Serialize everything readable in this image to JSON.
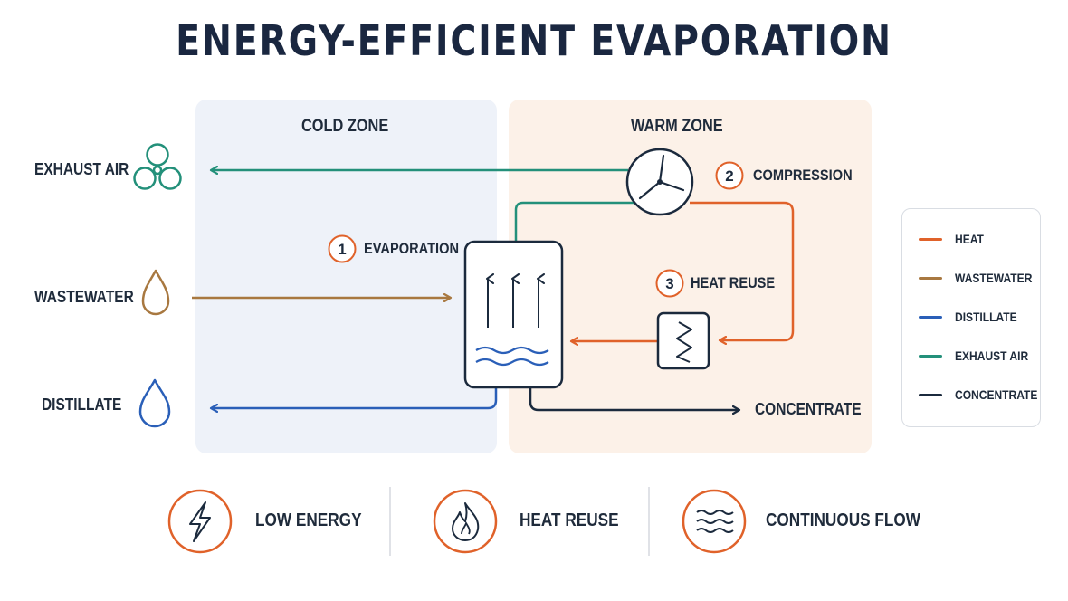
{
  "title": "ENERGY-EFFICIENT EVAPORATION",
  "zones": {
    "cold": "COLD ZONE",
    "warm": "WARM ZONE"
  },
  "inputs": {
    "exhaust_air": "EXHAUST AIR",
    "wastewater": "WASTEWATER",
    "distillate": "DISTILLATE"
  },
  "steps": [
    {
      "number": "1",
      "label": "EVAPORATION"
    },
    {
      "number": "2",
      "label": "COMPRESSION"
    },
    {
      "number": "3",
      "label": "HEAT REUSE"
    }
  ],
  "outputs": {
    "concentrate": "CONCENTRATE"
  },
  "legend": [
    {
      "label": "HEAT",
      "color": "#e0622a"
    },
    {
      "label": "WASTEWATER",
      "color": "#a87840"
    },
    {
      "label": "DISTILLATE",
      "color": "#2a5fb8"
    },
    {
      "label": "EXHAUST AIR",
      "color": "#23907a"
    },
    {
      "label": "CONCENTRATE",
      "color": "#1b2a3d"
    }
  ],
  "features": [
    {
      "label": "LOW ENERGY",
      "icon": "lightning-icon"
    },
    {
      "label": "HEAT REUSE",
      "icon": "flame-icon"
    },
    {
      "label": "CONTINUOUS FLOW",
      "icon": "waves-icon"
    }
  ],
  "colors": {
    "heat": "#e0622a",
    "wastewater": "#a87840",
    "distillate": "#2a5fb8",
    "exhaust": "#23907a",
    "concentrate": "#1b2a3d",
    "cold_zone_bg": "#eef2f9",
    "warm_zone_bg": "#fcf1e8"
  }
}
